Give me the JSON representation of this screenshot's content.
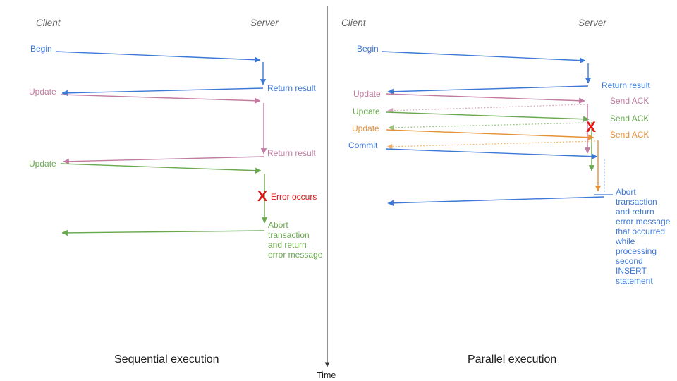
{
  "colors": {
    "blue": "#3c78d8",
    "pink": "#c27ba0",
    "green": "#6aa84f",
    "orange": "#e69138",
    "light_pink": "#d5a6bd",
    "light_green": "#93c47d",
    "light_orange": "#f6b26b",
    "light_blue": "#8ab0ea",
    "red": "#e21414",
    "axis": "#3a3a3a"
  },
  "left_panel": {
    "title": "Sequential execution",
    "client_header": "Client",
    "server_header": "Server",
    "begin": "Begin",
    "return_result_1": "Return result",
    "update_1": "Update",
    "return_result_2": "Return result",
    "update_2": "Update",
    "error_x_glyph": "X",
    "error_label": "Error occurs",
    "abort_message": "Abort\ntransaction\nand return\nerror message"
  },
  "right_panel": {
    "title": "Parallel execution",
    "client_header": "Client",
    "server_header": "Server",
    "begin": "Begin",
    "return_result": "Return result",
    "update_1": "Update",
    "send_ack_1": "Send ACK",
    "update_2": "Update",
    "send_ack_2": "Send ACK",
    "update_3": "Update",
    "send_ack_3": "Send ACK",
    "commit": "Commit",
    "error_x_glyph": "X",
    "abort_message": "Abort\ntransaction\nand return\nerror message\nthat occurred\nwhile\nprocessing\nsecond\nINSERT\nstatement"
  },
  "time_axis": {
    "label": "Time"
  }
}
